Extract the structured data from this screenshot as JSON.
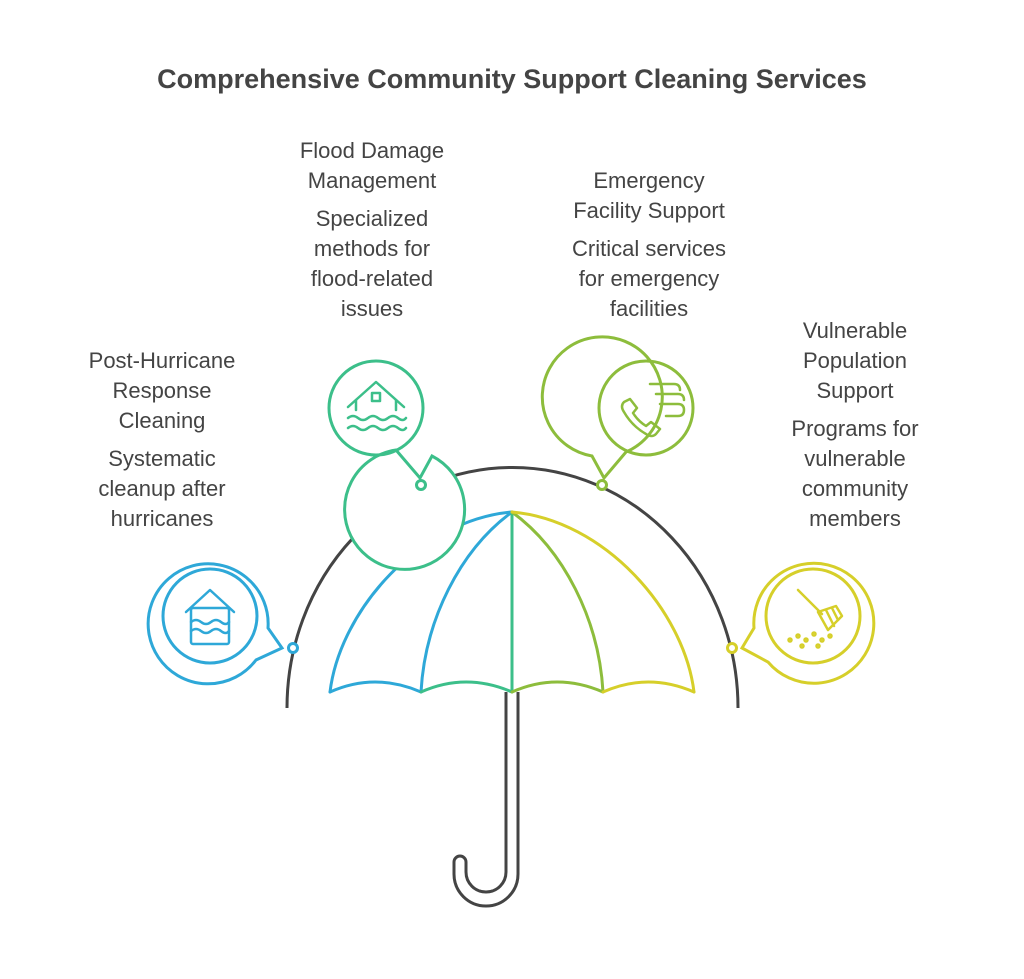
{
  "title": "Comprehensive Community Support Cleaning Services",
  "items": [
    {
      "heading": "Post-Hurricane\nResponse\nCleaning",
      "description": "Systematic\ncleanup after\nhurricanes",
      "color": "#2ea8d8",
      "icon": "flooded-house-icon"
    },
    {
      "heading": "Flood Damage\nManagement",
      "description": "Specialized\nmethods for\nflood-related\nissues",
      "color": "#3cbf8a",
      "icon": "house-waves-icon"
    },
    {
      "heading": "Emergency\nFacility Support",
      "description": "Critical services\nfor emergency\nfacilities",
      "color": "#8dbd3c",
      "icon": "phone-wind-icon"
    },
    {
      "heading": "Vulnerable\nPopulation\nSupport",
      "description": "Programs for\nvulnerable\ncommunity\nmembers",
      "color": "#d6cf2a",
      "icon": "broom-icon"
    }
  ]
}
